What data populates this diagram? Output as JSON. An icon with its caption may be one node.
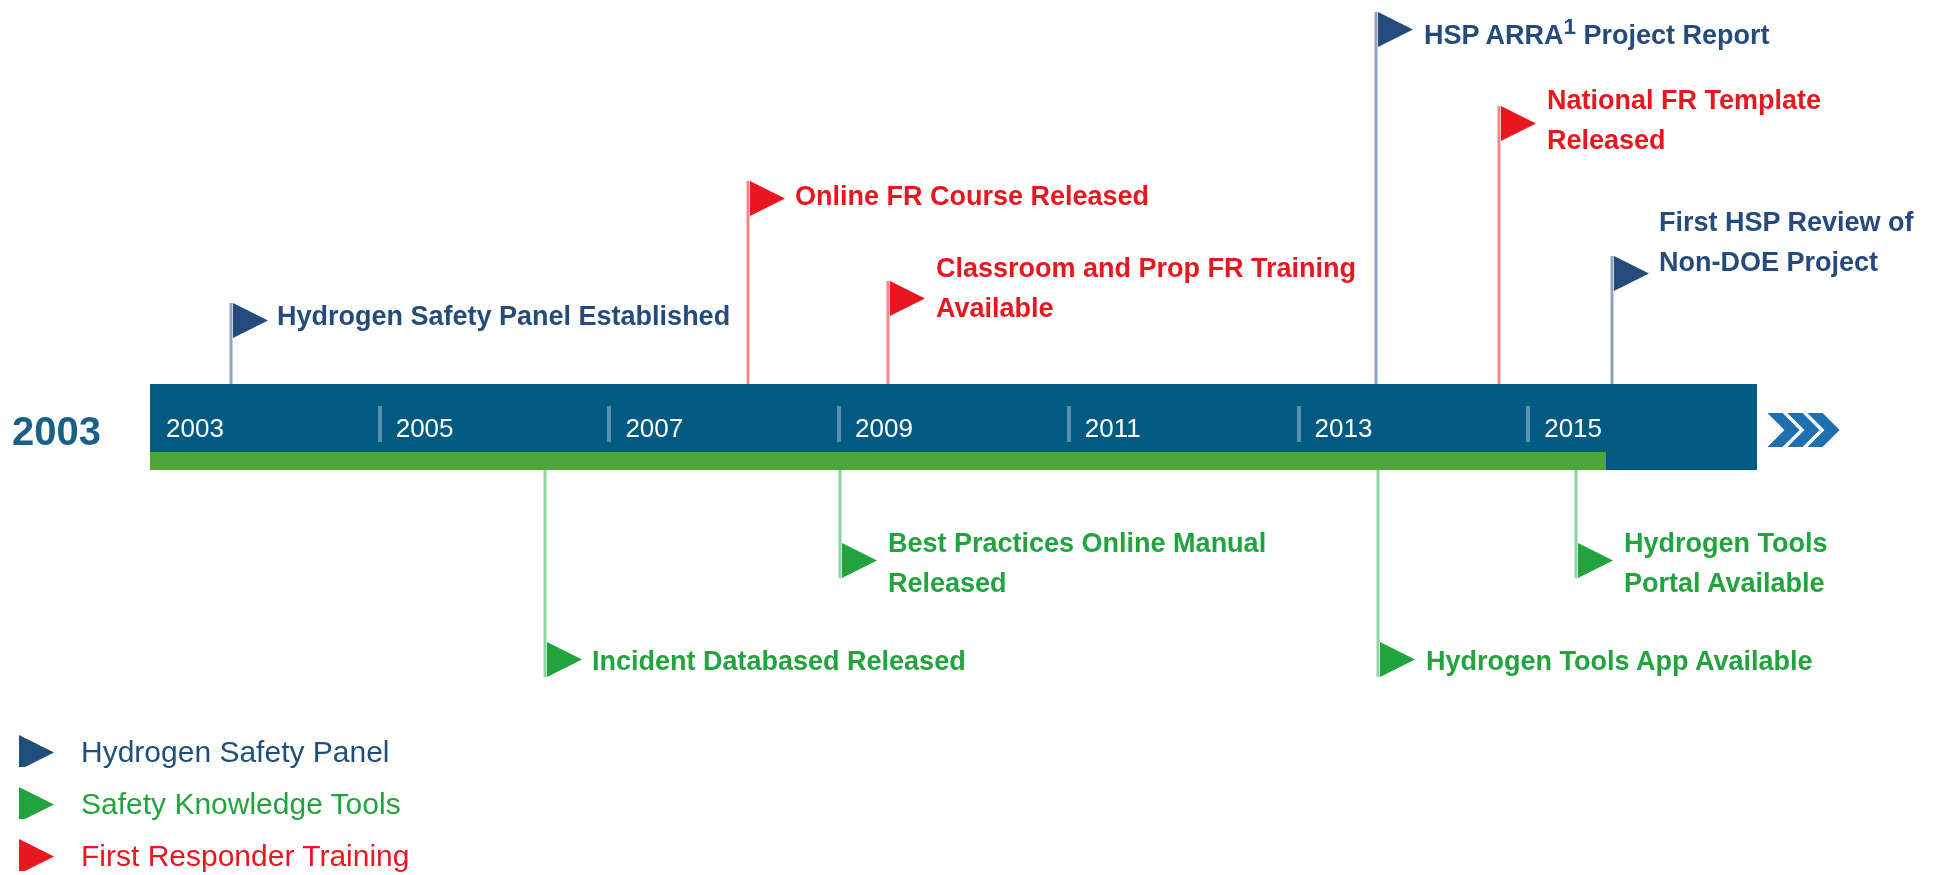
{
  "diagram": {
    "nodes": [
      {
        "text": [
          "2003",
          "2005",
          "2007",
          "2009",
          "2011",
          "2013",
          "2015"
        ]
      },
      {
        "text": [
          "Hydrogen Safety Panel Established"
        ]
      },
      {
        "text": [
          "Online FR Course Released"
        ]
      },
      {
        "text": [
          "Classroom and Prop FR Training Available"
        ]
      },
      {
        "text": [
          "HSP ARRA$^{1}$ Project Report"
        ]
      },
      {
        "text": [
          "National FR Template Released"
        ]
      },
      {
        "text": [
          "First HSP Review of Non-DOE Project"
        ]
      },
      {
        "text": [
          "Incident Databased Released"
        ]
      },
      {
        "text": [
          "Best Practices Online Manual Released"
        ]
      },
      {
        "text": [
          "Hydrogen Tools App Available"
        ]
      },
      {
        "text": [
          "Hydrogen Tools Portal Available"
        ]
      }
    ],
    "edges": [
      {
        "from": 1,
        "to": 0,
        "arrow": "none",
        "color": "#8fa4c3"
      },
      {
        "from": 2,
        "to": 0,
        "arrow": "none",
        "color": "#f4868a"
      },
      {
        "from": 3,
        "to": 0,
        "arrow": "none",
        "color": "#f4868a"
      },
      {
        "from": 4,
        "to": 0,
        "arrow": "none",
        "color": "#8fa4c3"
      },
      {
        "from": 5,
        "to": 0,
        "arrow": "none",
        "color": "#f4868a"
      },
      {
        "from": 6,
        "to": 0,
        "arrow": "none",
        "color": "#8fa4c3"
      },
      {
        "from": 7,
        "to": 0,
        "arrow": "none",
        "color": "#8ed6a0"
      },
      {
        "from": 8,
        "to": 0,
        "arrow": "none",
        "color": "#8ed6a0"
      },
      {
        "from": 9,
        "to": 0,
        "arrow": "none",
        "color": "#8ed6a0"
      },
      {
        "from": 10,
        "to": 0,
        "arrow": "none",
        "color": "#8ed6a0"
      }
    ],
    "labels": [
      "2003"
    ],
    "legend": [
      {
        "text": "Hydrogen Safety Panel",
        "color": "#1f4e79"
      },
      {
        "text": "Safety Knowledge Tools",
        "color": "#21a33d"
      },
      {
        "text": "First Responder Training",
        "color": "#e8161f"
      }
    ]
  }
}
